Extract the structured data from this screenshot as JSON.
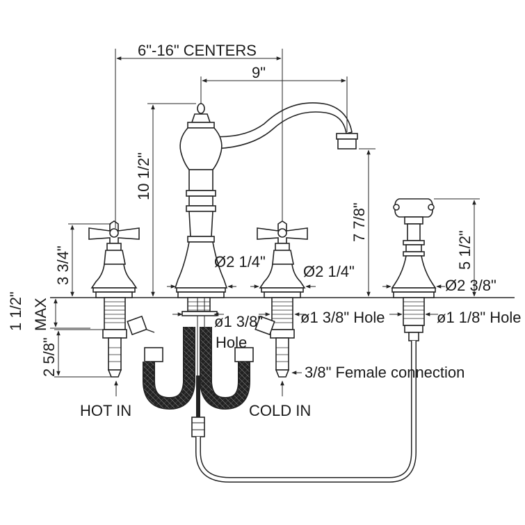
{
  "diagram": {
    "labels": {
      "centers": "6\"-16\" CENTERS",
      "spout_reach": "9\"",
      "spout_height": "10 1/2\"",
      "spout_outlet_height": "7 7/8\"",
      "handle_height": "3 3/4\"",
      "deck_thickness": "1 1/2\"",
      "deck_max": "MAX",
      "shank_length": "2 5/8\"",
      "sprayer_height": "5 1/2\"",
      "spout_base_dia": "Ø2 1/4\"",
      "handle_base_dia": "Ø2 1/4\"",
      "sprayer_base_dia": "Ø2  3/8\"",
      "spout_hole": "ø1 3/8\"",
      "spout_hole_word": "Hole",
      "handle_hole": "ø1 3/8\" Hole",
      "sprayer_hole": "ø1 1/8\" Hole",
      "connection": "3/8\" Female connection",
      "hot_in": "HOT IN",
      "cold_in": "COLD IN"
    }
  }
}
